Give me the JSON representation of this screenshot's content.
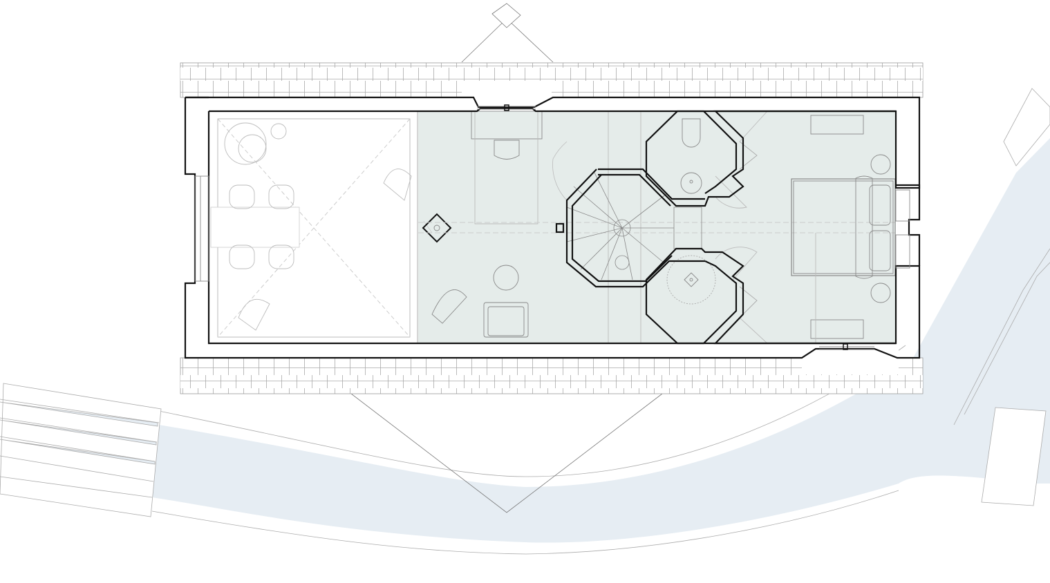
{
  "plan": {
    "type": "architectural floor plan",
    "colors": {
      "background": "#ffffff",
      "wall": "#111111",
      "interior_fill": "#e5ecea",
      "water": "#e6edf3",
      "linework": "#9a9a9a",
      "hidden_line": "#c8c8c8"
    },
    "rooms": [
      "terrace",
      "study",
      "stair",
      "bathroom-north",
      "bathroom-south",
      "bedroom"
    ]
  }
}
